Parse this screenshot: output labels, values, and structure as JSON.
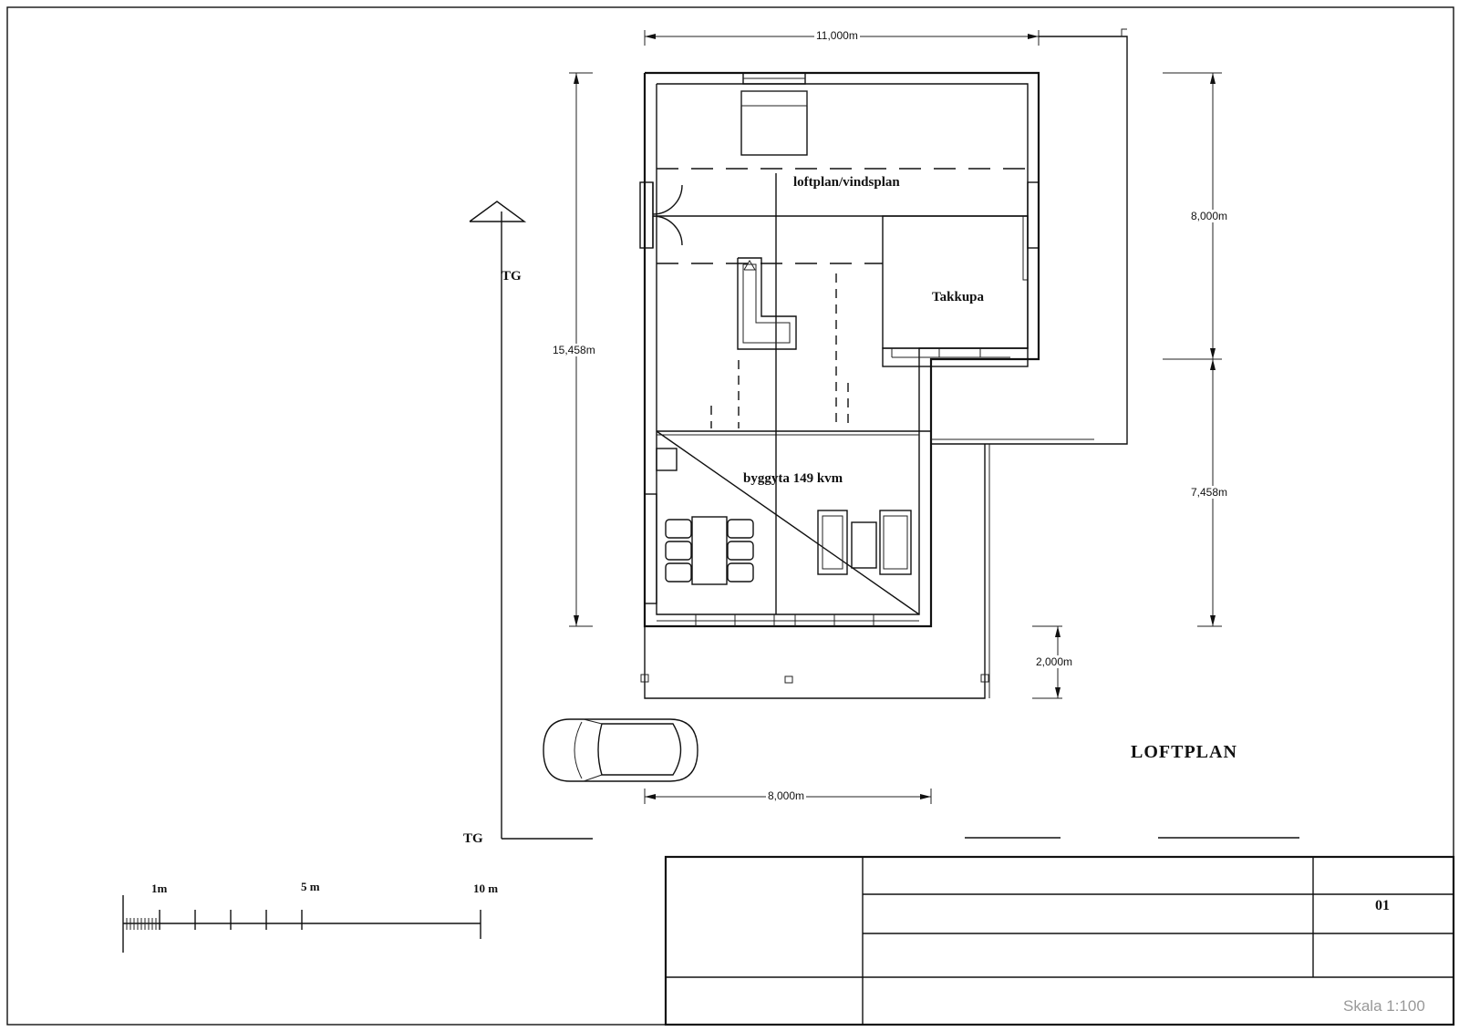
{
  "plan": {
    "title": "LOFTPLAN",
    "rooms": {
      "loft": "loftplan/vindsplan",
      "takkupa": "Takkupa",
      "byggyta": "byggyta 149 kvm"
    },
    "dimensions": {
      "top_width": "11,000m",
      "left_height": "15,458m",
      "right_upper": "8,000m",
      "right_lower": "7,458m",
      "terrace": "2,000m",
      "bottom_width": "8,000m"
    },
    "markers": {
      "tg_top": "TG",
      "tg_bottom": "TG"
    }
  },
  "scale_bar": {
    "labels": [
      "1m",
      "5 m",
      "10 m"
    ]
  },
  "title_block": {
    "sheet_number": "01",
    "scale": "Skala 1:100"
  }
}
